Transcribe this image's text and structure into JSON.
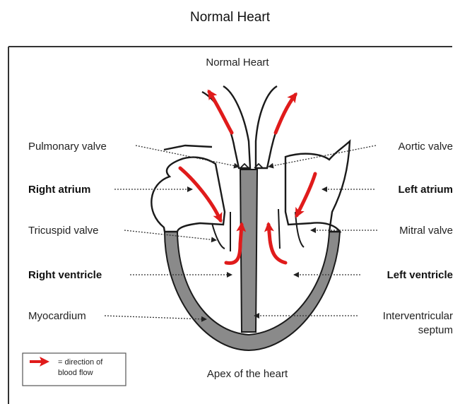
{
  "page_title": "Normal Heart",
  "figure": {
    "heading": "Normal Heart",
    "labels": {
      "pulmonary_valve": "Pulmonary valve",
      "right_atrium": "Right atrium",
      "tricuspid_valve": "Tricuspid valve",
      "right_ventricle": "Right ventricle",
      "myocardium": "Myocardium",
      "aortic_valve": "Aortic valve",
      "left_atrium": "Left atrium",
      "mitral_valve": "Mitral valve",
      "left_ventricle": "Left ventricle",
      "interventricular_line1": "Interventricular",
      "interventricular_line2": "septum",
      "apex": "Apex of the heart"
    },
    "legend": {
      "line1": "= direction of",
      "line2": "blood flow"
    },
    "colors": {
      "arrow": "#e01b1b",
      "muscle": "#8a8a8a",
      "outline": "#1a1a1a"
    }
  }
}
